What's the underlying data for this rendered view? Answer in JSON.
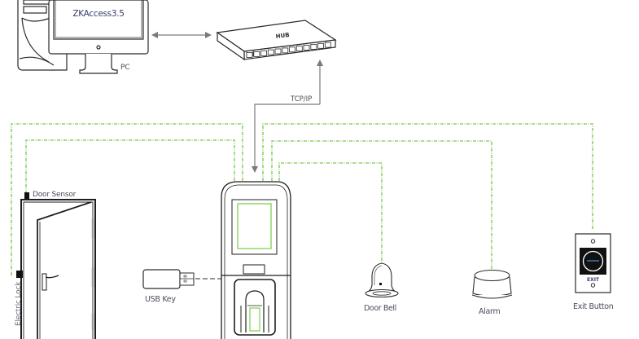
{
  "diagram": {
    "type": "access-control wiring diagram",
    "colors": {
      "line": "#2a2a2a",
      "wire_green": "#8fd16a",
      "arrow_gray": "#7a7a7a",
      "label": "#4b4b5a",
      "screen_green": "#7fd14f"
    },
    "nodes": {
      "pc": {
        "label": "PC",
        "screen_text": "ZKAccess3.5",
        "icon": "desktop-computer-icon"
      },
      "hub": {
        "label": "HUB",
        "icon": "network-hub-icon"
      },
      "terminal": {
        "icon": "fingerprint-terminal-icon"
      },
      "door": {
        "icon": "door-icon"
      },
      "door_sensor": {
        "label": "Door Sensor"
      },
      "electric_lock": {
        "label": "Electric Lock"
      },
      "usb_key": {
        "label": "USB Key",
        "icon": "usb-key-icon"
      },
      "door_bell": {
        "label": "Door Bell",
        "icon": "bell-icon"
      },
      "alarm": {
        "label": "Alarm",
        "icon": "alarm-siren-icon"
      },
      "exit_button": {
        "label": "Exit Button",
        "button_text": "EXIT",
        "icon": "exit-button-icon"
      }
    },
    "connections": [
      {
        "from": "PC",
        "to": "HUB",
        "style": "double-arrow"
      },
      {
        "from": "HUB",
        "to": "Terminal",
        "label": "TCP/IP",
        "style": "arrow"
      },
      {
        "from": "Terminal",
        "to": "Electric Lock",
        "style": "dashed-green"
      },
      {
        "from": "Terminal",
        "to": "Door Sensor",
        "style": "dashed-green"
      },
      {
        "from": "Terminal",
        "to": "Exit Button",
        "style": "dashed-green"
      },
      {
        "from": "Terminal",
        "to": "Alarm",
        "style": "dashed-green"
      },
      {
        "from": "Terminal",
        "to": "Door Bell",
        "style": "dashed-green"
      },
      {
        "from": "USB Key",
        "to": "Terminal",
        "style": "dashed"
      }
    ],
    "tcpip_label": "TCP/IP"
  }
}
